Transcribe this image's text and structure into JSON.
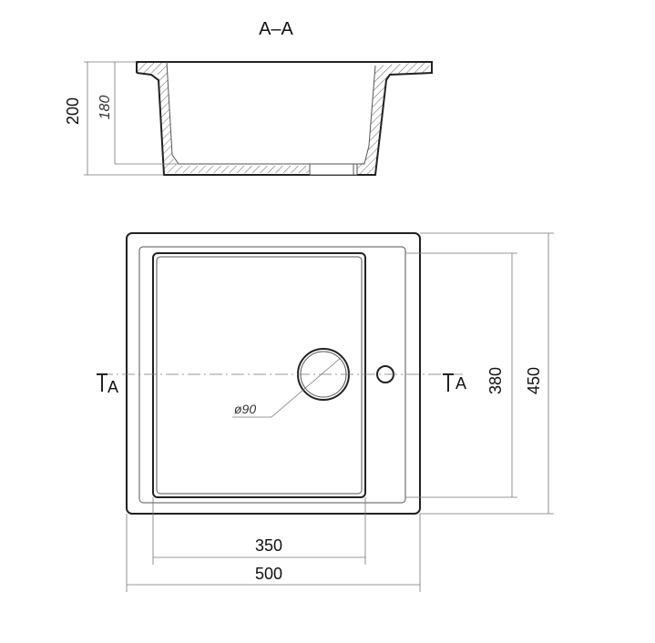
{
  "section_title": "A–A",
  "dimensions": {
    "height_total": "200",
    "height_inner": "180",
    "bowl_width": "350",
    "overall_width": "500",
    "bowl_length": "380",
    "overall_length": "450",
    "drain_diameter": "ø90"
  },
  "section_marks": {
    "left": "A",
    "right": "A"
  }
}
